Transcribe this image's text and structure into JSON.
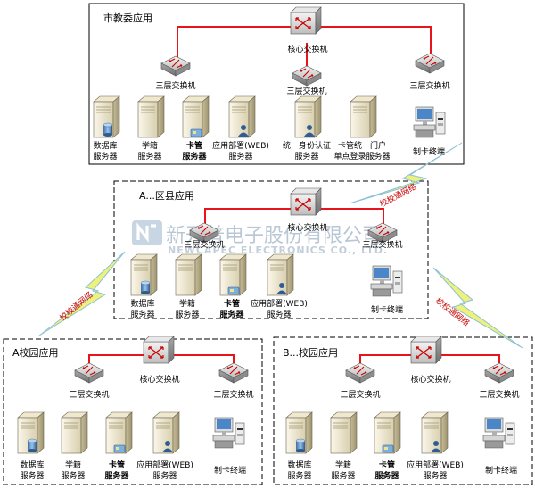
{
  "colors": {
    "link": "#e8141c",
    "accent_watermark": "#9fb4c7",
    "wan_bolt": "#d9e84a",
    "wan_text": "#c00000"
  },
  "watermark": {
    "line1": "新开普电子股份有限公司",
    "line2": "NEWCAPEC ELECTRONICS CO., LTD."
  },
  "wan_label": "校校通网络",
  "city": {
    "title": "市教委应用",
    "core_label": "核心交换机",
    "switch_left": "三层交换机",
    "switch_mid": "三层交换机",
    "switch_right": "三层交换机",
    "servers": [
      {
        "icon": "db-server-icon",
        "line1": "数据库",
        "line2": "服务器",
        "bold": false
      },
      {
        "icon": "server-icon",
        "line1": "学籍",
        "line2": "服务器",
        "bold": false
      },
      {
        "icon": "card-server-icon",
        "line1": "卡管",
        "line2": "服务器",
        "bold": true
      },
      {
        "icon": "user-server-icon",
        "line1": "应用部署(WEB)",
        "line2": "服务器",
        "bold": false
      },
      {
        "icon": "user-server-icon",
        "line1": "统一身份认证",
        "line2": "服务器",
        "bold": false
      },
      {
        "icon": "server-icon",
        "line1": "卡管统一门户",
        "line2": "单点登录服务器",
        "bold": false
      }
    ],
    "terminal": "制卡终端"
  },
  "district": {
    "title": "A...区县应用",
    "core_label": "核心交换机",
    "switch_left": "三层交换机",
    "switch_right": "三层交换机",
    "servers": [
      {
        "icon": "db-server-icon",
        "line1": "数据库",
        "line2": "服务器",
        "bold": false
      },
      {
        "icon": "server-icon",
        "line1": "学籍",
        "line2": "服务器",
        "bold": false
      },
      {
        "icon": "card-server-icon",
        "line1": "卡管",
        "line2": "服务器",
        "bold": true
      },
      {
        "icon": "user-server-icon",
        "line1": "应用部署(WEB)",
        "line2": "服务器",
        "bold": false
      }
    ],
    "terminal": "制卡终端"
  },
  "campus_a": {
    "title": "A校园应用",
    "core_label": "核心交换机",
    "switch_left": "三层交换机",
    "switch_right": "三层交换机",
    "servers": [
      {
        "icon": "db-server-icon",
        "line1": "数据库",
        "line2": "服务器",
        "bold": false
      },
      {
        "icon": "server-icon",
        "line1": "学籍",
        "line2": "服务器",
        "bold": false
      },
      {
        "icon": "card-server-icon",
        "line1": "卡管",
        "line2": "服务器",
        "bold": true
      },
      {
        "icon": "user-server-icon",
        "line1": "应用部署(WEB)",
        "line2": "服务器",
        "bold": false
      }
    ],
    "terminal": "制卡终端"
  },
  "campus_b": {
    "title": "B...校园应用",
    "core_label": "核心交换机",
    "switch_left": "三层交换机",
    "switch_right": "三层交换机",
    "servers": [
      {
        "icon": "db-server-icon",
        "line1": "数据库",
        "line2": "服务器",
        "bold": false
      },
      {
        "icon": "server-icon",
        "line1": "学籍",
        "line2": "服务器",
        "bold": false
      },
      {
        "icon": "card-server-icon",
        "line1": "卡管",
        "line2": "服务器",
        "bold": true
      },
      {
        "icon": "user-server-icon",
        "line1": "应用部署(WEB)",
        "line2": "服务器",
        "bold": false
      }
    ],
    "terminal": "制卡终端"
  }
}
